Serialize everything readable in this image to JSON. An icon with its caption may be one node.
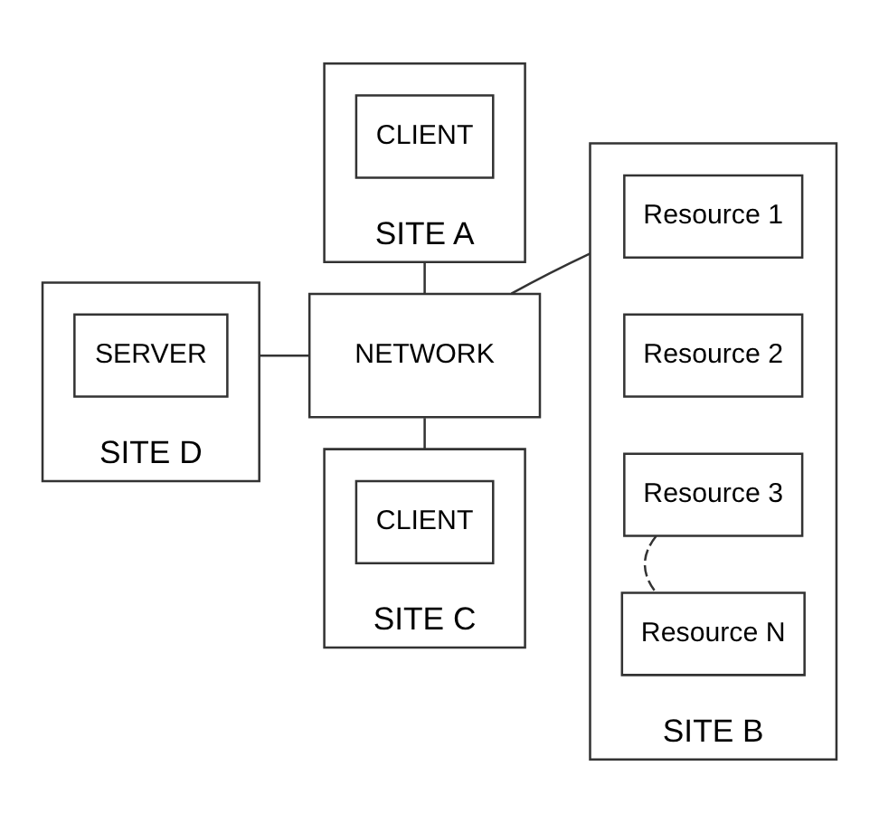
{
  "diagram": {
    "nodes": [
      {
        "text": [
          "SITE A"
        ]
      },
      {
        "text": [
          "CLIENT"
        ],
        "in": 0
      },
      {
        "text": [
          "SITE D"
        ]
      },
      {
        "text": [
          "SERVER"
        ],
        "in": 2
      },
      {
        "text": [
          "NETWORK"
        ]
      },
      {
        "text": [
          "SITE B"
        ]
      },
      {
        "text": [
          "Resource 1"
        ],
        "in": 5
      },
      {
        "text": [
          "Resource 2"
        ],
        "in": 5
      },
      {
        "text": [
          "Resource 3"
        ],
        "in": 5
      },
      {
        "text": [
          "Resource N"
        ],
        "in": 5
      },
      {
        "text": [
          "SITE C"
        ]
      },
      {
        "text": [
          "CLIENT"
        ],
        "in": 10
      }
    ],
    "edges": [
      {
        "from": 0,
        "to": 4,
        "arrow": "none"
      },
      {
        "from": 2,
        "to": 4,
        "arrow": "none"
      },
      {
        "from": 4,
        "to": 5,
        "arrow": "none"
      },
      {
        "from": 4,
        "to": 10,
        "arrow": "none"
      },
      {
        "from": 8,
        "to": 9,
        "arrow": "none",
        "style": "dashed"
      }
    ]
  }
}
